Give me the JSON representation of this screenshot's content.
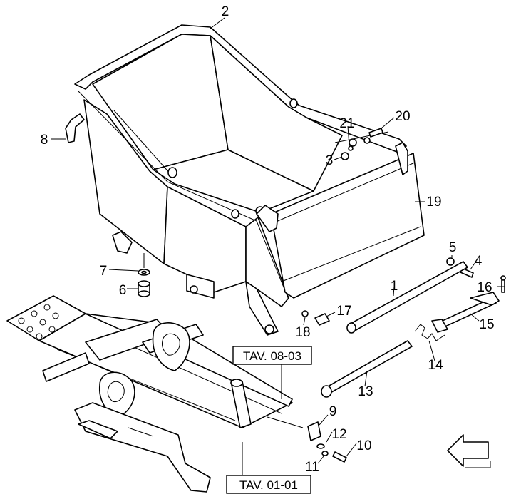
{
  "diagram": {
    "callouts": {
      "c1": "1",
      "c2": "2",
      "c3": "3",
      "c4": "4",
      "c5": "5",
      "c6": "6",
      "c7": "7",
      "c8": "8",
      "c9": "9",
      "c10": "10",
      "c11": "11",
      "c12": "12",
      "c13": "13",
      "c14": "14",
      "c15": "15",
      "c16": "16",
      "c17": "17",
      "c18": "18",
      "c19": "19",
      "c20": "20",
      "c21": "21"
    },
    "references": {
      "upper": "TAV. 08-03",
      "lower": "TAV. 01-01"
    },
    "icons": {
      "direction": "direction-arrow-icon"
    }
  }
}
